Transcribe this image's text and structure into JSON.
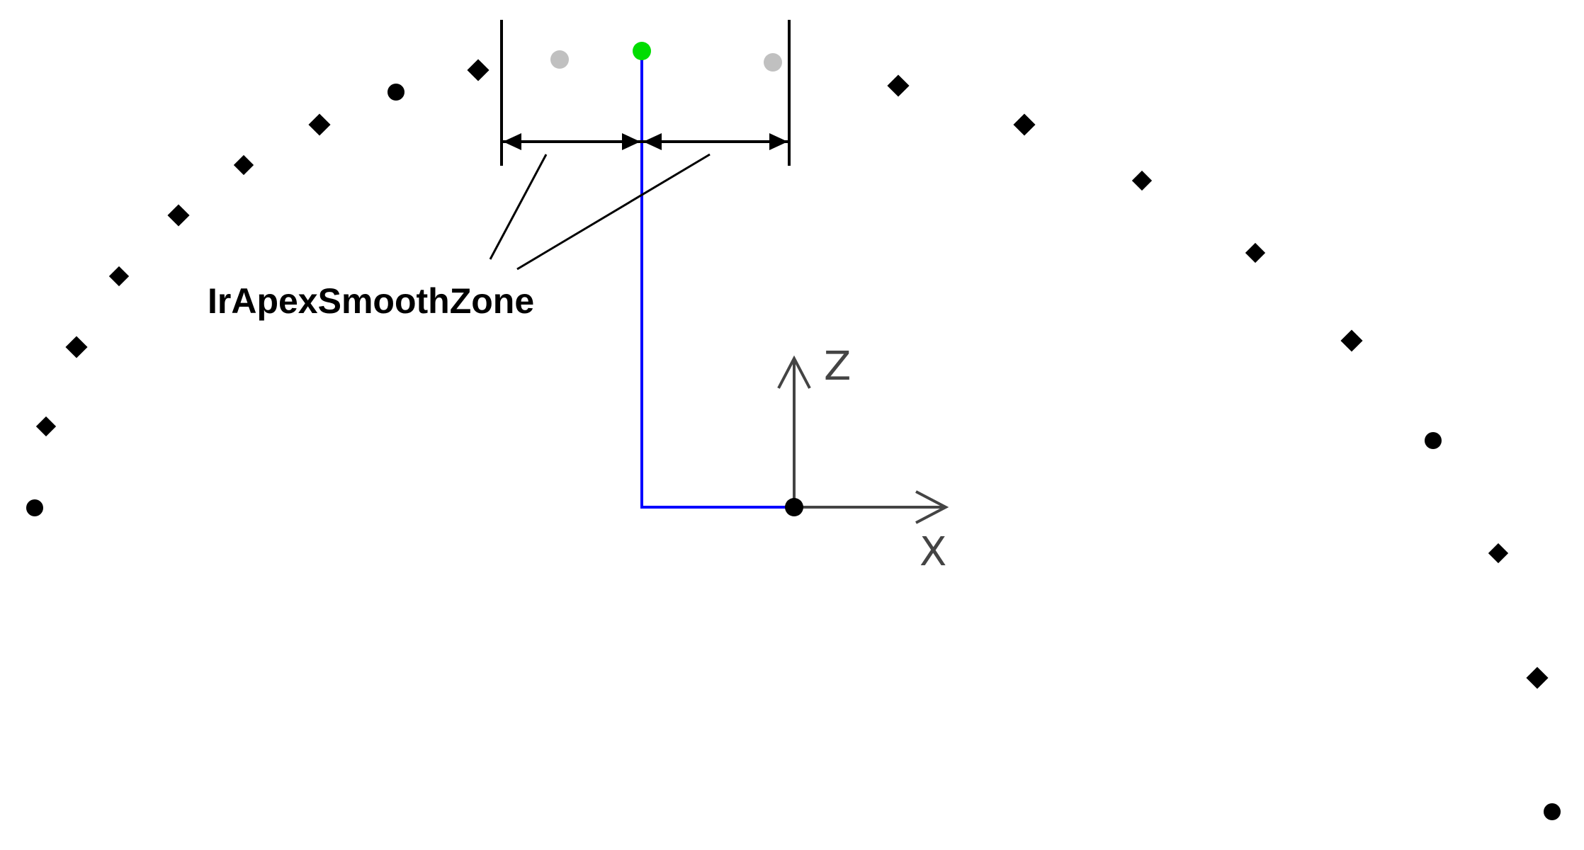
{
  "diagram": {
    "zone_label": "IrApexSmoothZone",
    "axis_x_label": "X",
    "axis_z_label": "Z"
  },
  "colors": {
    "point": "#000000",
    "apex_point": "#00dd00",
    "ghost_point": "#c0c0c0",
    "path": "#0000ff",
    "axis": "#444444",
    "dimension": "#000000"
  }
}
